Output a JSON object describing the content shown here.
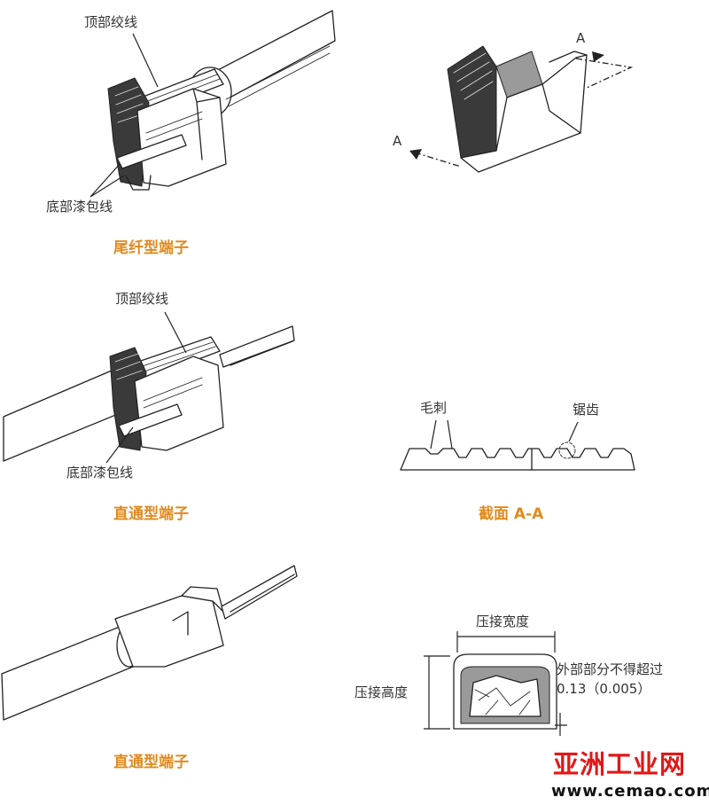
{
  "panel1": {
    "label_top": "顶部绞线",
    "label_bottom": "底部漆包线",
    "caption": "尾纤型端子"
  },
  "panel2": {
    "label_a1": "A",
    "label_a2": "A"
  },
  "panel3": {
    "label_top": "顶部绞线",
    "label_bottom": "底部漆包线",
    "caption": "直通型端子"
  },
  "panel4": {
    "label_burr": "毛刺",
    "label_serration": "锯齿",
    "caption": "截面 A-A"
  },
  "panel5": {
    "caption": "直通型端子"
  },
  "panel6": {
    "label_width": "压接宽度",
    "label_height": "压接高度",
    "label_note_1": "外部部分不得超过",
    "label_note_2": "0.13（0.005）"
  },
  "watermark": {
    "cn": "亚洲工业网",
    "url": "www.cemao.com"
  },
  "colors": {
    "caption": "#e08a1e",
    "label": "#333333",
    "line": "#222222",
    "watermark_red": "#e01818",
    "watermark_black": "#111111"
  }
}
